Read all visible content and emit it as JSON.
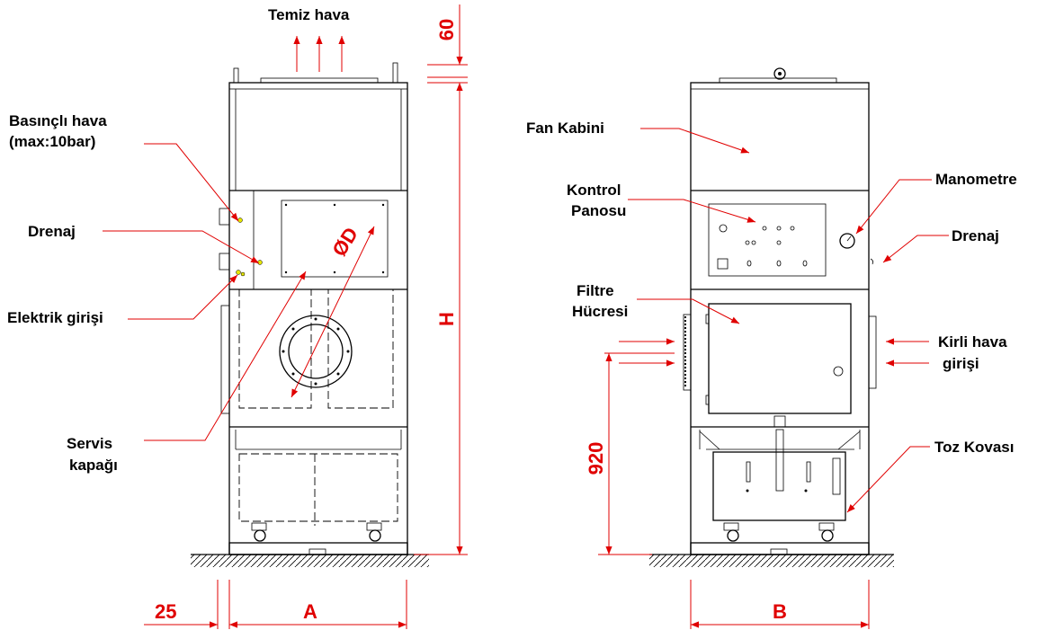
{
  "labels": {
    "clean_air": "Temiz hava",
    "compressed_air_1": "Basınçlı hava",
    "compressed_air_2": "(max:10bar)",
    "drain_left": "Drenaj",
    "electric_inlet": "Elektrik girişi",
    "service_cover_1": "Servis",
    "service_cover_2": "kapağı",
    "fan_cabinet": "Fan Kabini",
    "control_panel_1": "Kontrol",
    "control_panel_2": "Panosu",
    "manometer": "Manometre",
    "drain_right": "Drenaj",
    "filter_cell_1": "Filtre",
    "filter_cell_2": "Hücresi",
    "dirty_air_1": "Kirli hava",
    "dirty_air_2": "girişi",
    "dust_bucket": "Toz Kovası"
  },
  "dimensions": {
    "top_clearance": "60",
    "height": "H",
    "diameter": "ØD",
    "side_offset": "25",
    "width_a": "A",
    "width_b": "B",
    "inlet_height": "920"
  },
  "colors": {
    "dimension": "#e00000",
    "drawing": "#000000",
    "connector": "#e6e600"
  }
}
